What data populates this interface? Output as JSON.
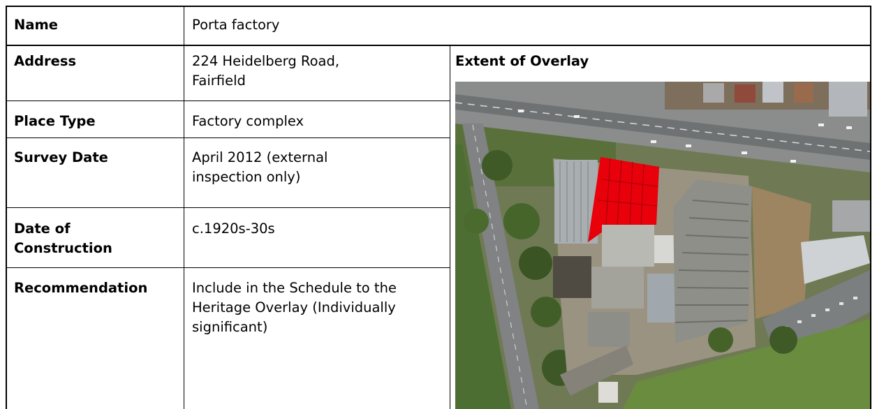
{
  "rows": [
    {
      "label": "Name",
      "value": "Porta factory"
    },
    {
      "label": "Address",
      "value": "224 Heidelberg Road, Fairfield"
    },
    {
      "label": "Place Type",
      "value": "Factory complex"
    },
    {
      "label": "Survey Date",
      "value": "April 2012 (external inspection only)"
    },
    {
      "label": "Date of Construction",
      "value": "c.1920s-30s"
    },
    {
      "label": "Recommendation",
      "value": "Include in the Schedule to the Heritage Overlay (Individually significant)"
    }
  ],
  "overlay": {
    "heading": "Extent of Overlay",
    "image": "aerial-photo",
    "highlight_color": "#e8000b"
  }
}
